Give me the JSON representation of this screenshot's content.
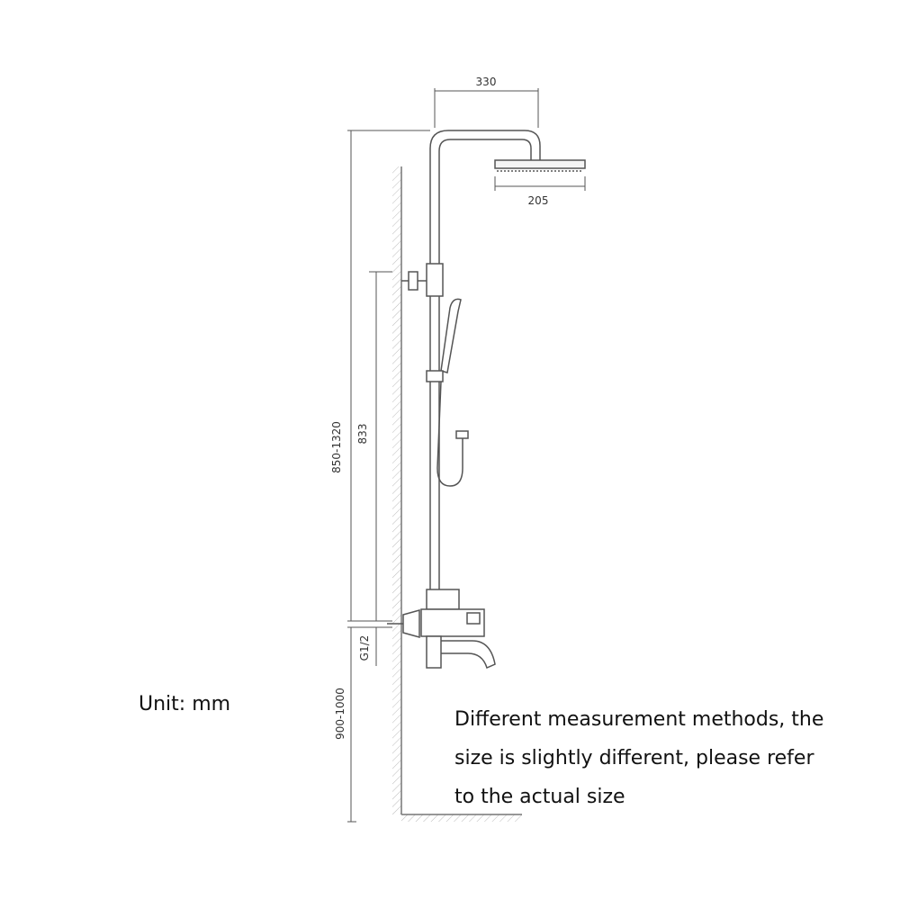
{
  "dimensions": {
    "head_arm_width": "330",
    "head_diameter": "205",
    "total_height": "850-1320",
    "holder_to_mixer": "833",
    "inlet_thread": "G1/2",
    "mixer_height": "900-1000"
  },
  "caption": {
    "unit": "Unit: mm",
    "note_lines": [
      "Different measurement methods, the",
      "size is slightly different, please refer",
      "to the actual size"
    ]
  }
}
